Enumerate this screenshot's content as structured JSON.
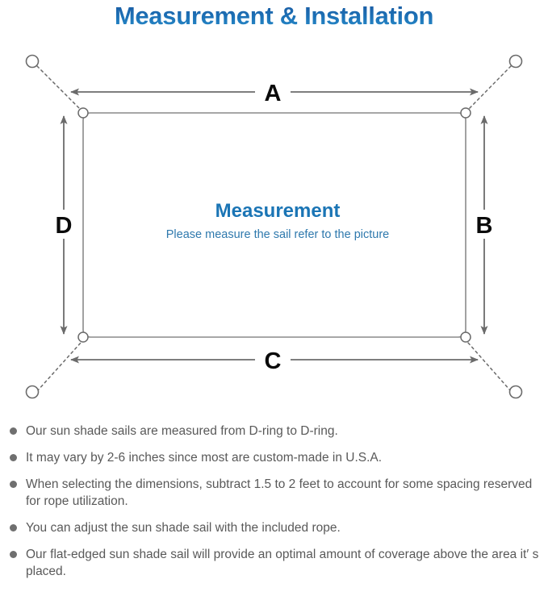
{
  "header": {
    "title": "Measurement & Installation",
    "title_color": "#1a69ad"
  },
  "diagram": {
    "name": "sun-shade-sail-measurement-diagram",
    "center_title": "Measurement",
    "center_subtitle": "Please measure the sail refer to the picture",
    "center_title_color": "#1b75b5",
    "center_subtitle_color": "#2f79ad",
    "line_color": "#6b6b6b",
    "sail_edge_color": "#7a7a7a",
    "dimension_labels": {
      "top": "A",
      "right": "B",
      "bottom": "C",
      "left": "D"
    },
    "corner_rings": [
      {
        "name": "d-ring-top-left"
      },
      {
        "name": "d-ring-top-right"
      },
      {
        "name": "d-ring-bottom-right"
      },
      {
        "name": "d-ring-bottom-left"
      }
    ],
    "anchor_points": [
      {
        "name": "anchor-top-left"
      },
      {
        "name": "anchor-top-right"
      },
      {
        "name": "anchor-bottom-right"
      },
      {
        "name": "anchor-bottom-left"
      }
    ]
  },
  "notes": [
    "Our sun shade sails are measured from D-ring to D-ring.",
    "It may vary by 2-6 inches since most are custom-made in U.S.A.",
    "When selecting the dimensions, subtract 1.5 to 2 feet to account for some spacing reserved for rope utilization.",
    "You can adjust the sun shade sail with the included rope.",
    "Our flat-edged sun shade sail will provide an optimal amount of coverage above the area it′ s placed."
  ]
}
